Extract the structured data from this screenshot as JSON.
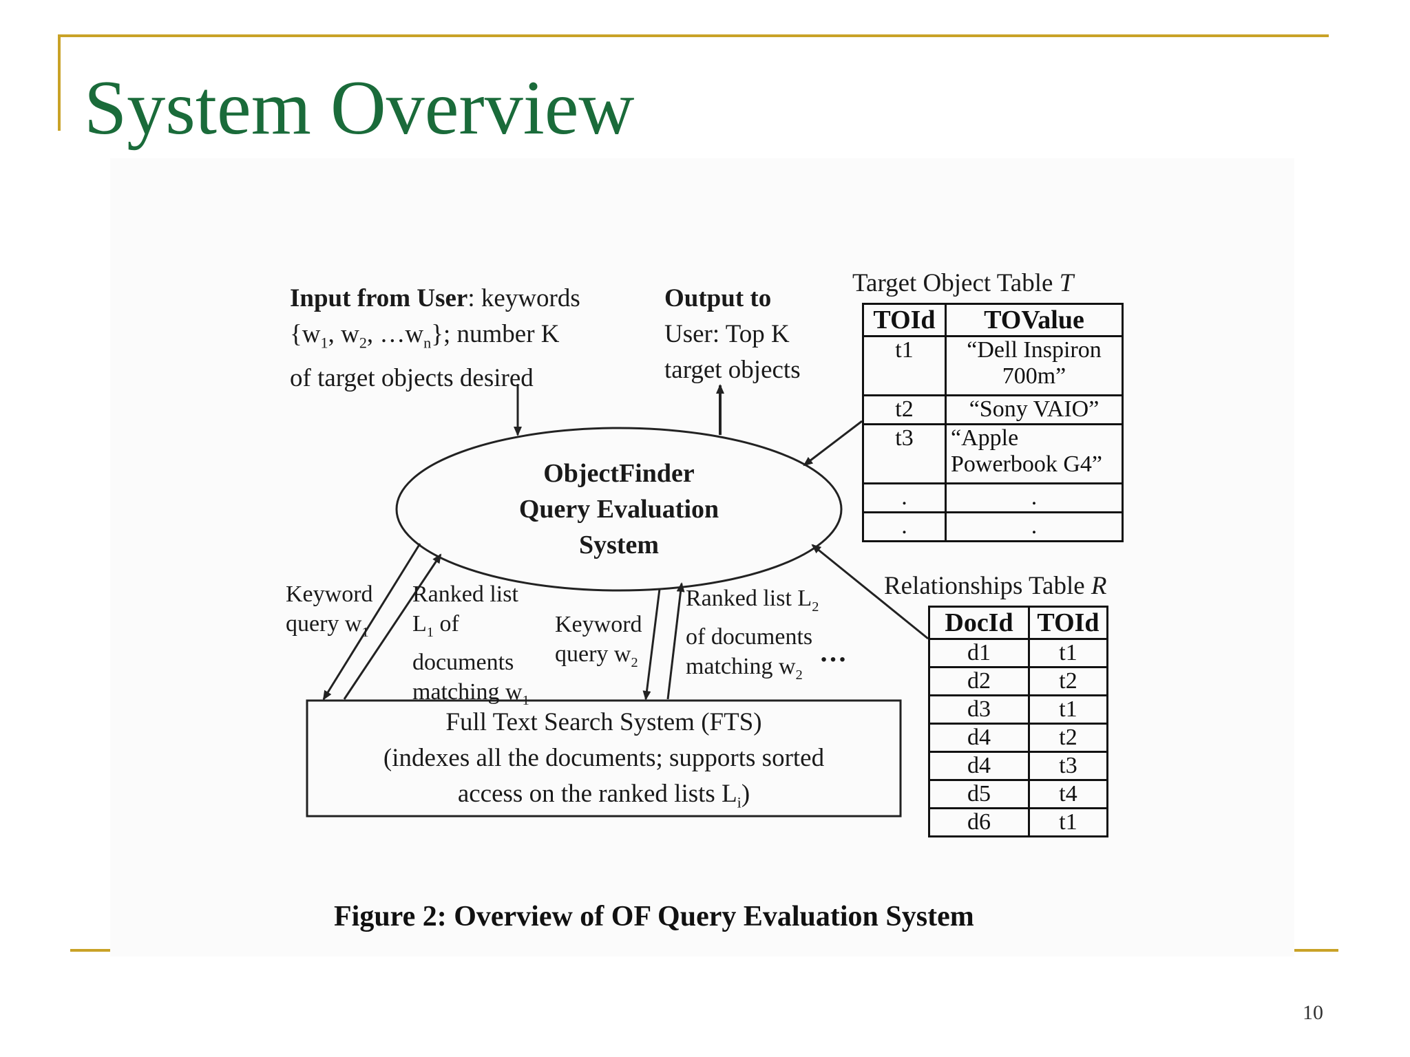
{
  "slide": {
    "title": "System Overview",
    "page_number": "10",
    "accent_color": "#c9a227",
    "title_color": "#1a6b3a"
  },
  "figure": {
    "caption": "Figure 2: Overview of OF Query Evaluation System",
    "input": {
      "bold": "Input from User",
      "line1_rest": ": keywords",
      "line2_pre": "{w",
      "line2_sub1": "1",
      "line2_mid1": ", w",
      "line2_sub2": "2",
      "line2_mid2": ", …w",
      "line2_sub3": "n",
      "line2_post": "}; number K",
      "line3": "of target objects desired"
    },
    "output": {
      "line1": "Output to",
      "line2": "User: Top  K",
      "line3": "target objects"
    },
    "central": {
      "line1": "ObjectFinder",
      "line2": "Query Evaluation",
      "line3": "System"
    },
    "fts": {
      "line1": "Full Text Search System (FTS)",
      "line2": "(indexes all the documents; supports sorted",
      "line3_pre": "access on the ranked lists L",
      "line3_sub": "i",
      "line3_post": ")"
    },
    "edges": {
      "kw1_a": "Keyword",
      "kw1_b_pre": "query w",
      "kw1_b_sub": "1",
      "rl1_a": "Ranked list",
      "rl1_b_pre": "L",
      "rl1_b_sub": "1",
      "rl1_b_post": " of",
      "rl1_c": "documents",
      "rl1_d_pre": "matching w",
      "rl1_d_sub": "1",
      "kw2_a": "Keyword",
      "kw2_b_pre": "query w",
      "kw2_b_sub": "2",
      "rl2_a_pre": "Ranked list L",
      "rl2_a_sub": "2",
      "rl2_b": "of documents",
      "rl2_c_pre": "matching w",
      "rl2_c_sub": "2",
      "ellipsis": "…"
    },
    "target_table": {
      "caption_pre": "Target Object Table ",
      "caption_var": "T",
      "headers": [
        "TOId",
        "TOValue"
      ],
      "rows": [
        [
          "t1",
          "“Dell Inspiron 700m”"
        ],
        [
          "t2",
          "“Sony VAIO”"
        ],
        [
          "t3",
          "“Apple Powerbook G4”"
        ],
        [
          ".",
          "."
        ],
        [
          ".",
          "."
        ]
      ]
    },
    "rel_table": {
      "caption_pre": "Relationships Table ",
      "caption_var": "R",
      "headers": [
        "DocId",
        "TOId"
      ],
      "rows": [
        [
          "d1",
          "t1"
        ],
        [
          "d2",
          "t2"
        ],
        [
          "d3",
          "t1"
        ],
        [
          "d4",
          "t2"
        ],
        [
          "d4",
          "t3"
        ],
        [
          "d5",
          "t4"
        ],
        [
          "d6",
          "t1"
        ]
      ]
    }
  }
}
